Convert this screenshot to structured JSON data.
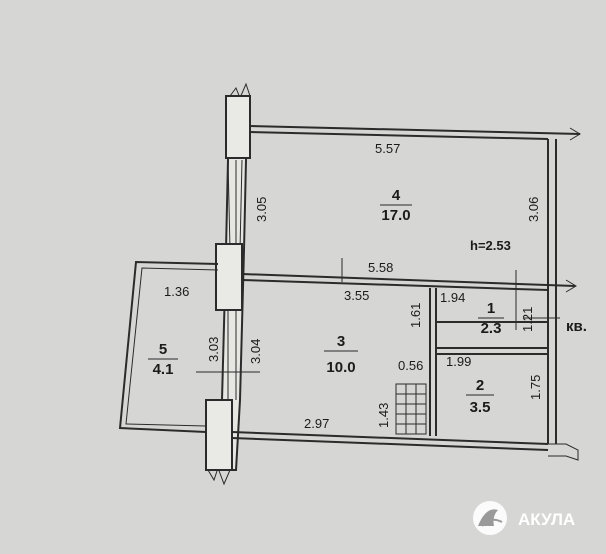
{
  "plan": {
    "dims": {
      "top_width": "5.57",
      "living_height_left": "3.05",
      "living_height_right": "3.06",
      "ceiling_height": "h=2.53",
      "mid_width": "5.58",
      "kitchen_top": "3.55",
      "balcony_top": "1.36",
      "balcony_height": "3.03",
      "kitchen_height": "3.04",
      "corridor_height": "1.61",
      "door_width": "0.56",
      "kitchen_bottom": "2.97",
      "stair_height": "1.43",
      "wc_width": "1.94",
      "wc_height": "1.21",
      "bath_width": "1.99",
      "bath_height": "1.75"
    },
    "rooms": [
      {
        "number": "4",
        "area": "17.0"
      },
      {
        "number": "3",
        "area": "10.0"
      },
      {
        "number": "5",
        "area": "4.1"
      },
      {
        "number": "1",
        "area": "2.3"
      },
      {
        "number": "2",
        "area": "3.5"
      }
    ],
    "apartment_label": "кв."
  },
  "watermark": {
    "brand": "АКУЛА"
  },
  "colors": {
    "paper": "#d6d6d4",
    "ink": "#1b1b1b",
    "logo_bg": "#ffffff"
  }
}
